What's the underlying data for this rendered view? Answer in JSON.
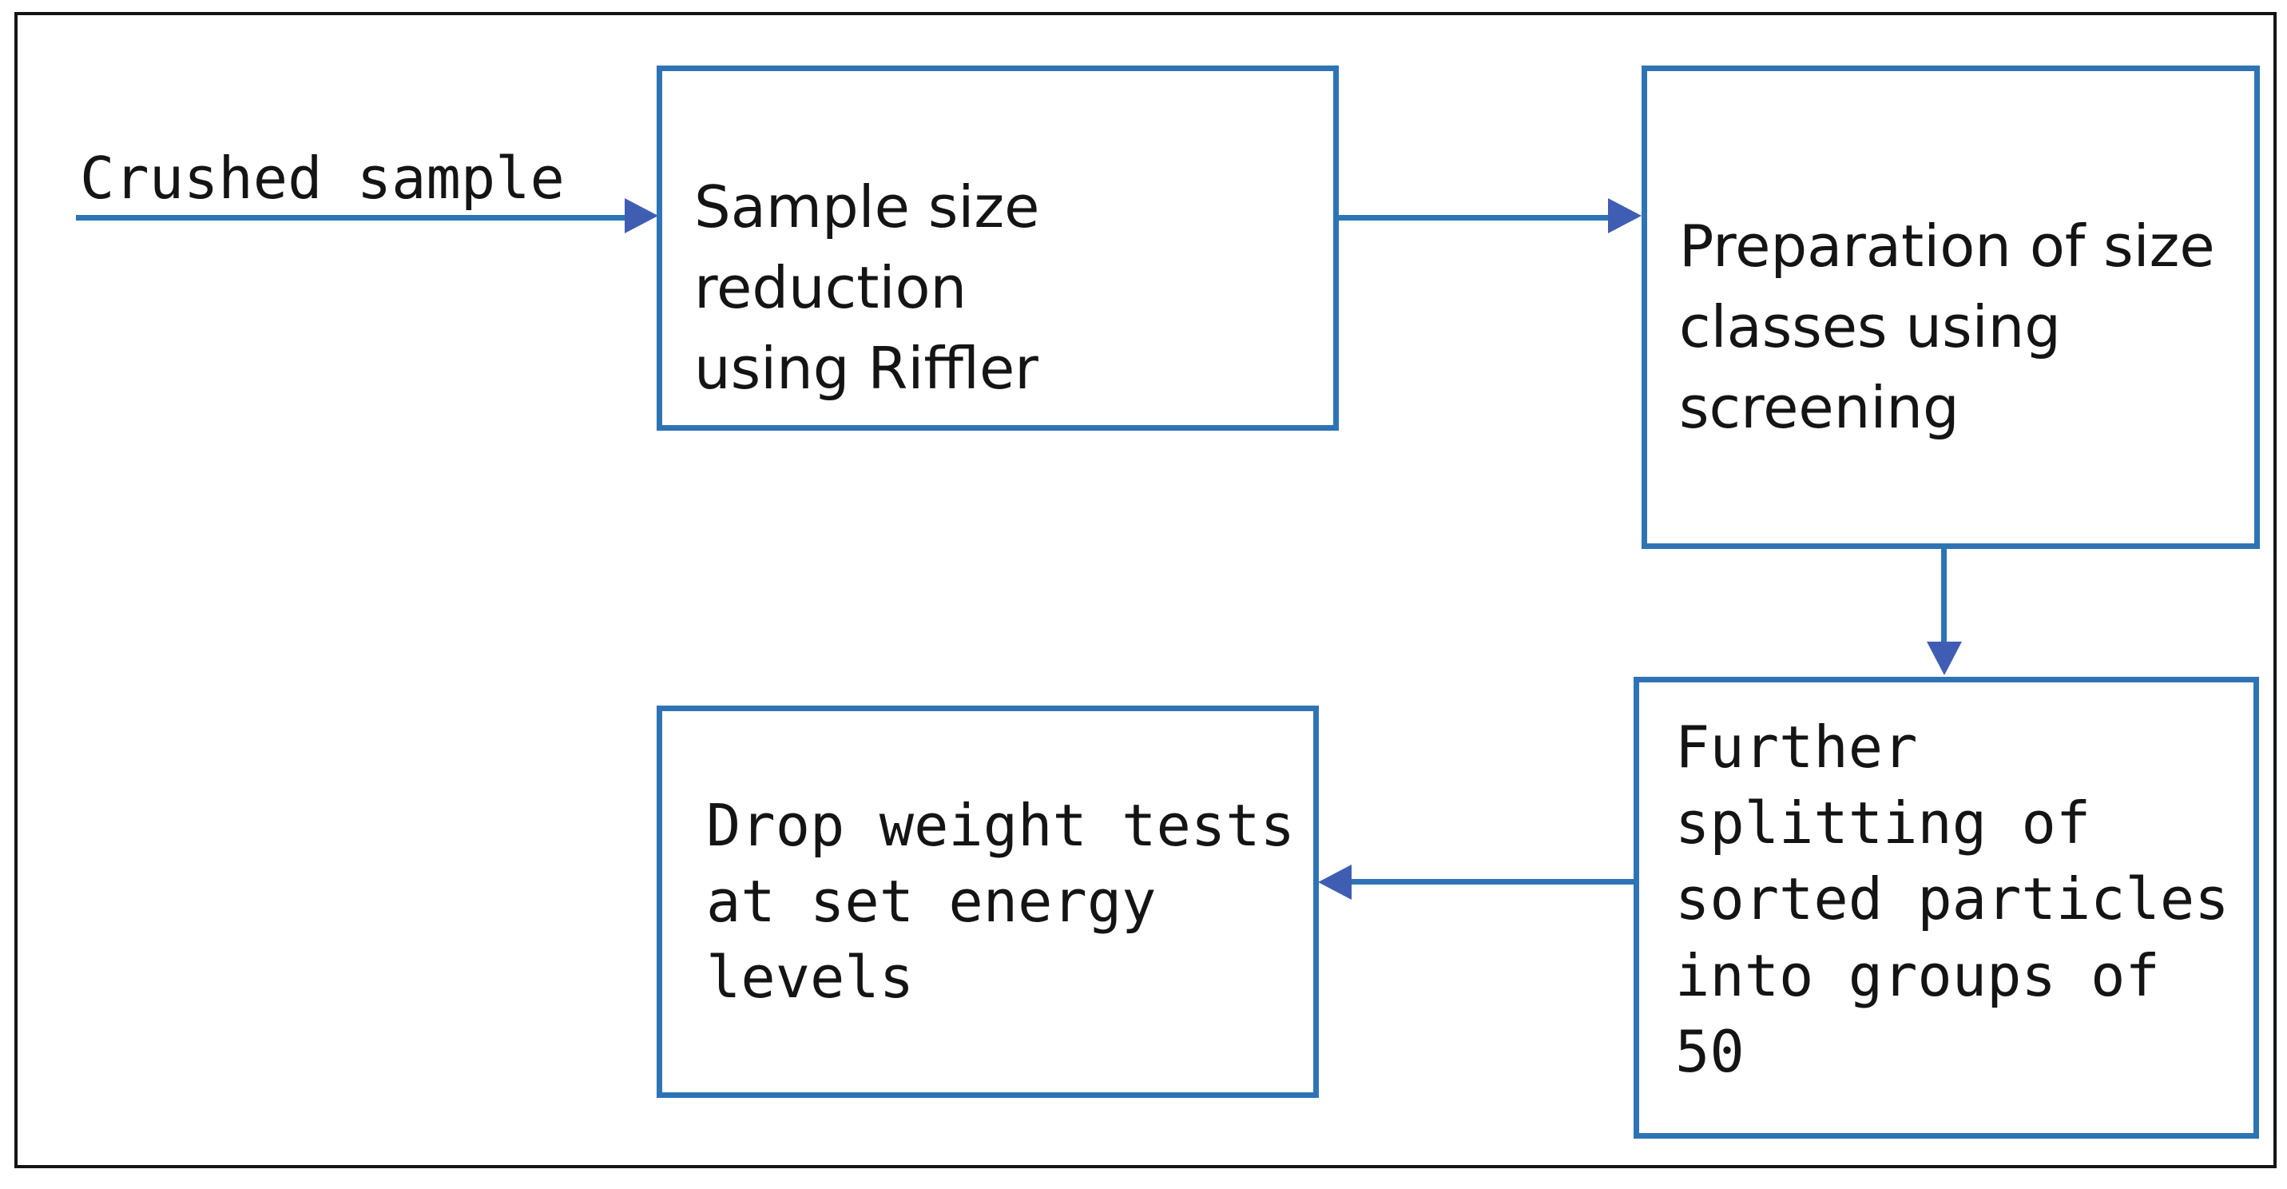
{
  "colors": {
    "accent": "#2e74b5",
    "arrowhead": "#3f5eb3",
    "frame_border": "#141414",
    "text": "#141414",
    "background": "#ffffff"
  },
  "nodes": {
    "start": {
      "label": "Crushed sample"
    },
    "riffler": {
      "label": "Sample size reduction\nusing Riffler"
    },
    "screening": {
      "label": "Preparation of size\nclasses using\nscreening"
    },
    "splitting": {
      "label": "Further\nsplitting of\nsorted particles\ninto groups of\n50"
    },
    "dropweight": {
      "label": "Drop weight tests\nat set energy\nlevels"
    }
  },
  "edges": [
    {
      "from": "start",
      "to": "riffler",
      "direction": "right"
    },
    {
      "from": "riffler",
      "to": "screening",
      "direction": "right"
    },
    {
      "from": "screening",
      "to": "splitting",
      "direction": "down"
    },
    {
      "from": "splitting",
      "to": "dropweight",
      "direction": "left"
    }
  ]
}
